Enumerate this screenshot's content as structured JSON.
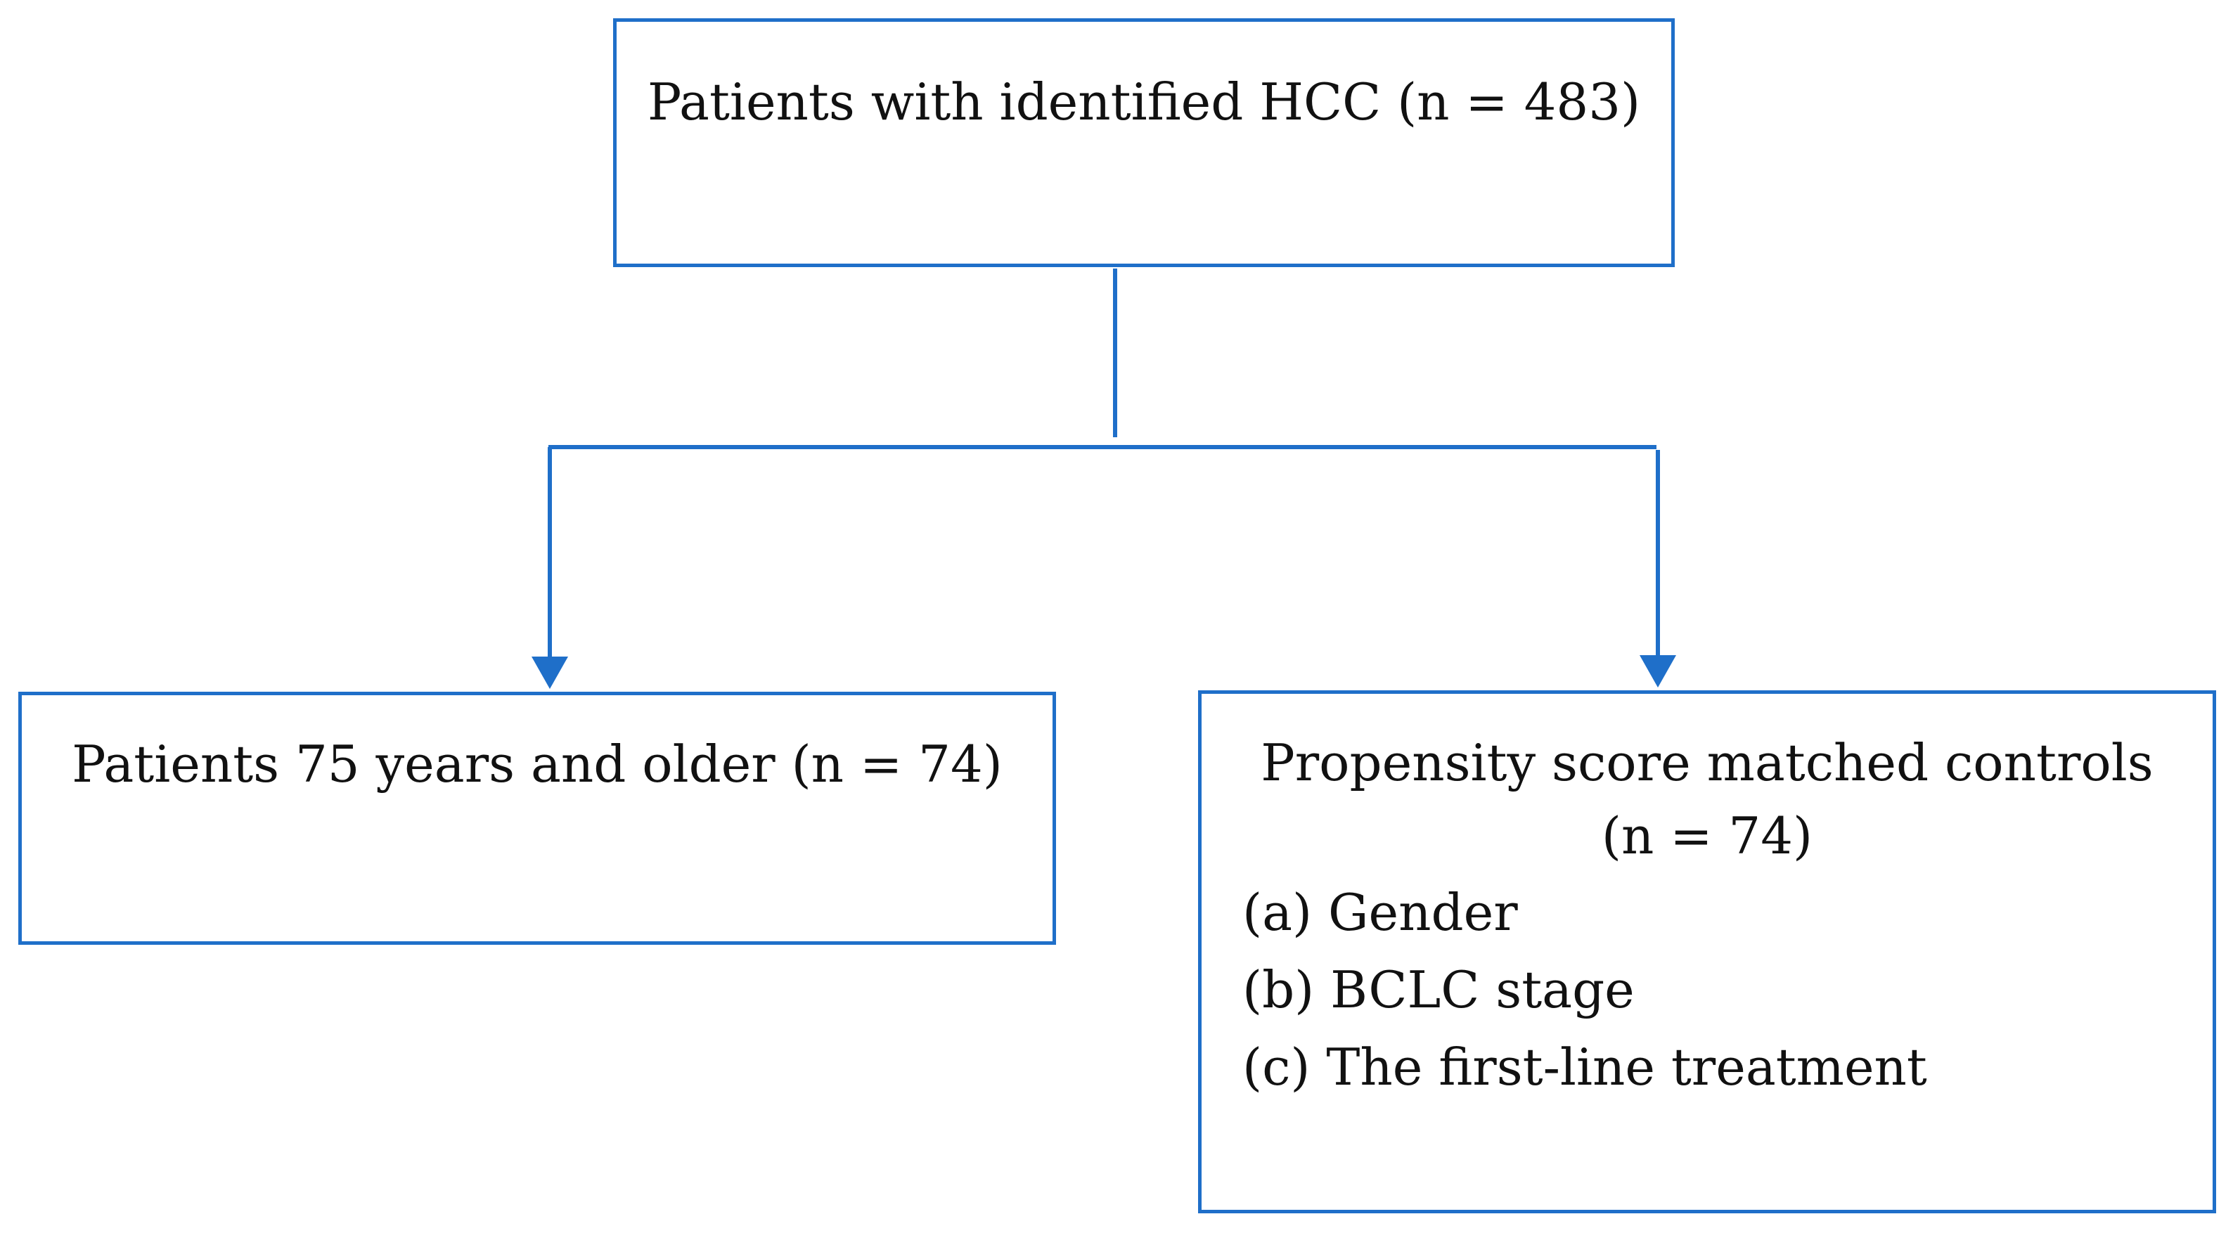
{
  "diagram": {
    "top_box": {
      "label": "Patients with identified HCC (n = 483)"
    },
    "left_box": {
      "label": "Patients 75 years and older (n = 74)"
    },
    "right_box": {
      "label": "Propensity score matched controls",
      "count": "(n = 74)",
      "criteria": [
        "(a) Gender",
        "(b) BCLC stage",
        "(c) The first-line treatment"
      ]
    },
    "colors": {
      "line": "#1f6fc9",
      "text": "#111111"
    }
  }
}
